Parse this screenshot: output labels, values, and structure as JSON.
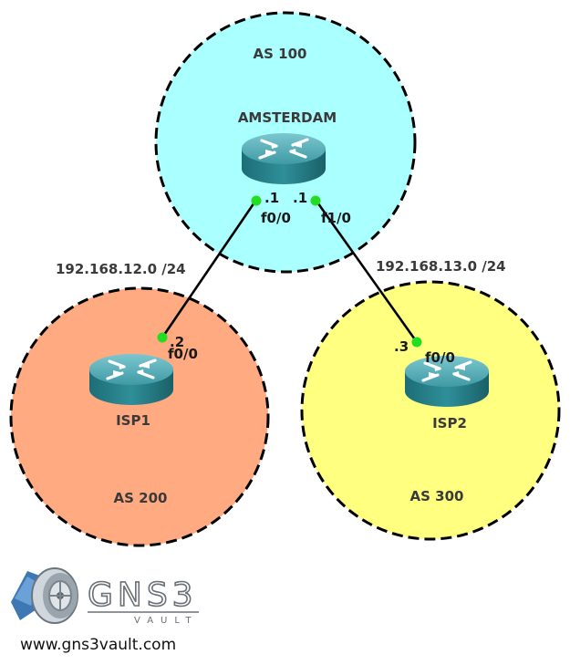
{
  "diagram": {
    "areas": [
      {
        "id": "as100",
        "label": "AS 100",
        "color": "#aaffff"
      },
      {
        "id": "as200",
        "label": "AS 200",
        "color": "#ffaa80"
      },
      {
        "id": "as300",
        "label": "AS 300",
        "color": "#ffff80"
      }
    ],
    "routers": [
      {
        "id": "amsterdam",
        "label": "AMSTERDAM"
      },
      {
        "id": "isp1",
        "label": "ISP1"
      },
      {
        "id": "isp2",
        "label": "ISP2"
      }
    ],
    "links": [
      {
        "id": "ams-isp1",
        "network": "192.168.12.0 /24",
        "a": {
          "ip": ".1",
          "iface": "f0/0"
        },
        "b": {
          "ip": ".2",
          "iface": "f0/0"
        }
      },
      {
        "id": "ams-isp2",
        "network": "192.168.13.0 /24",
        "a": {
          "ip": ".1",
          "iface": "f1/0"
        },
        "b": {
          "ip": ".3",
          "iface": "f0/0"
        }
      }
    ],
    "colors": {
      "link_endpoint": "#22dd22",
      "router_body": "#2a8c96",
      "router_top": "#58b3bc"
    }
  },
  "branding": {
    "logo_text": "GNS3",
    "logo_subtext": "VAULT",
    "url": "www.gns3vault.com"
  }
}
